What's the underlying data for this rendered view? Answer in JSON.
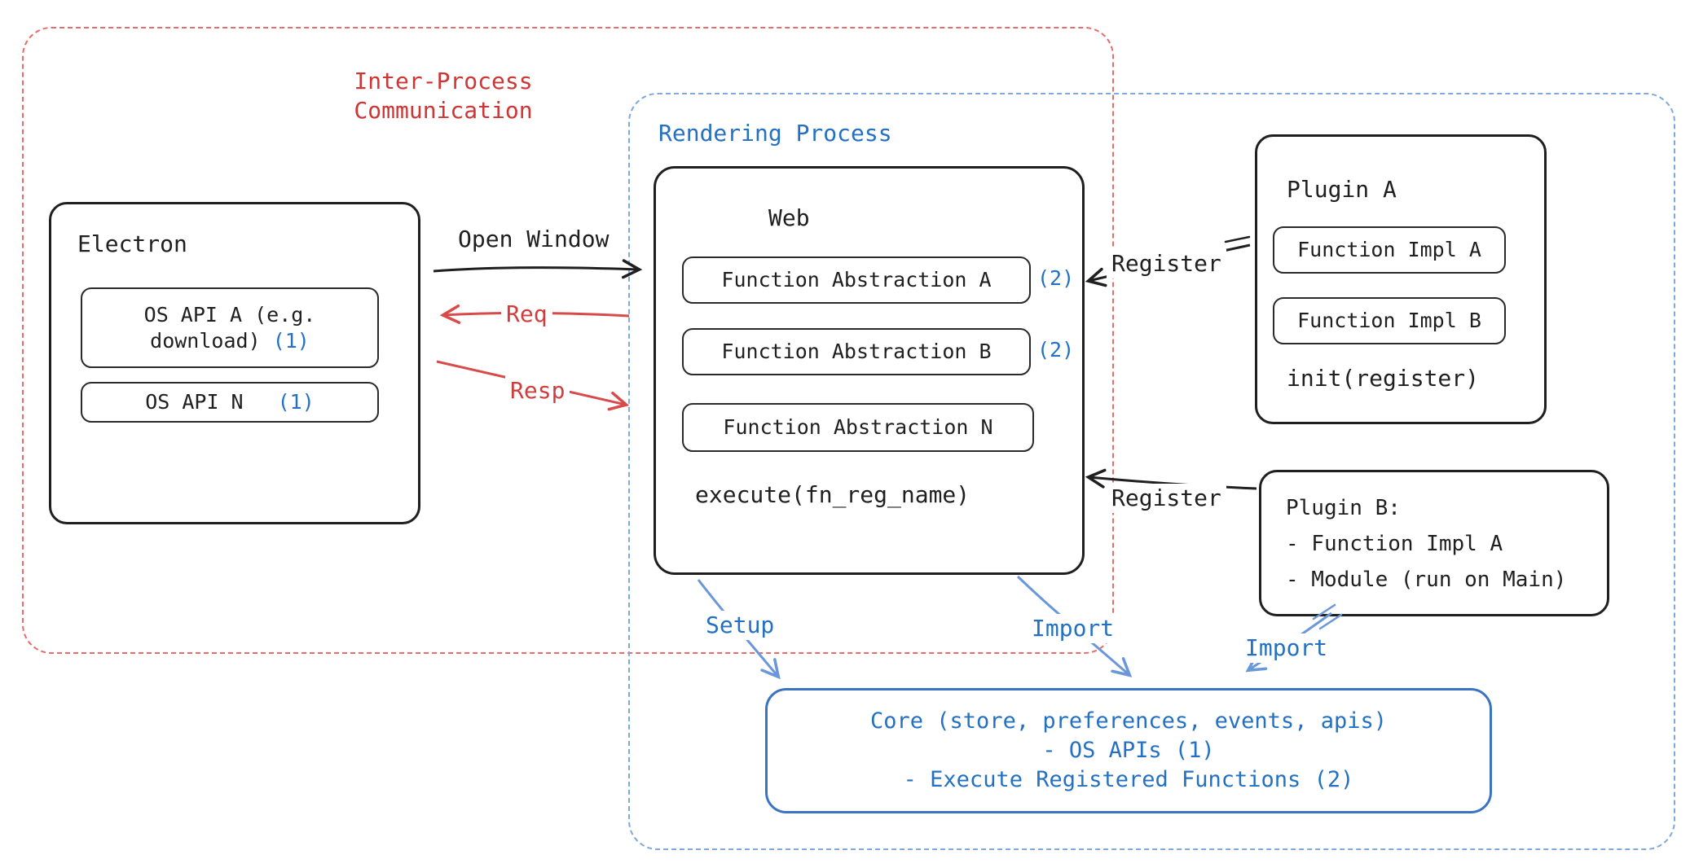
{
  "colors": {
    "ink": "#1f1f1f",
    "red_accent": "#cf3535",
    "blue_accent": "#2470c2",
    "red_dashed_border": "#e66b6b",
    "blue_dashed_border": "#7fa8dc"
  },
  "regions": {
    "ipc": {
      "label": "Inter-Process\nCommunication"
    },
    "rendering": {
      "label": "Rendering Process"
    }
  },
  "electron": {
    "title": "Electron",
    "os_api_a": "OS API A (e.g.\ndownload)",
    "os_api_a_ref": "(1)",
    "os_api_n": "OS API N",
    "os_api_n_ref": "(1)"
  },
  "web": {
    "title": "Web",
    "fn_a": "Function Abstraction A",
    "fn_a_ref": "(2)",
    "fn_b": "Function Abstraction B",
    "fn_b_ref": "(2)",
    "fn_n": "Function Abstraction N",
    "execute": "execute(fn_reg_name)"
  },
  "plugin_a": {
    "title": "Plugin A",
    "impl_a": "Function Impl A",
    "impl_b": "Function Impl B",
    "init": "init(register)"
  },
  "plugin_b": {
    "title": "Plugin B:",
    "items": [
      "- Function Impl A",
      "- Module (run on Main)"
    ]
  },
  "core": {
    "lines": [
      "Core (store, preferences, events, apis)",
      "- OS APIs (1)",
      "- Execute Registered Functions (2)"
    ]
  },
  "arrows": {
    "open_window": "Open Window",
    "req": "Req",
    "resp": "Resp",
    "register_a": "Register",
    "register_b": "Register",
    "setup": "Setup",
    "import_web": "Import",
    "import_plugin_b": "Import"
  }
}
